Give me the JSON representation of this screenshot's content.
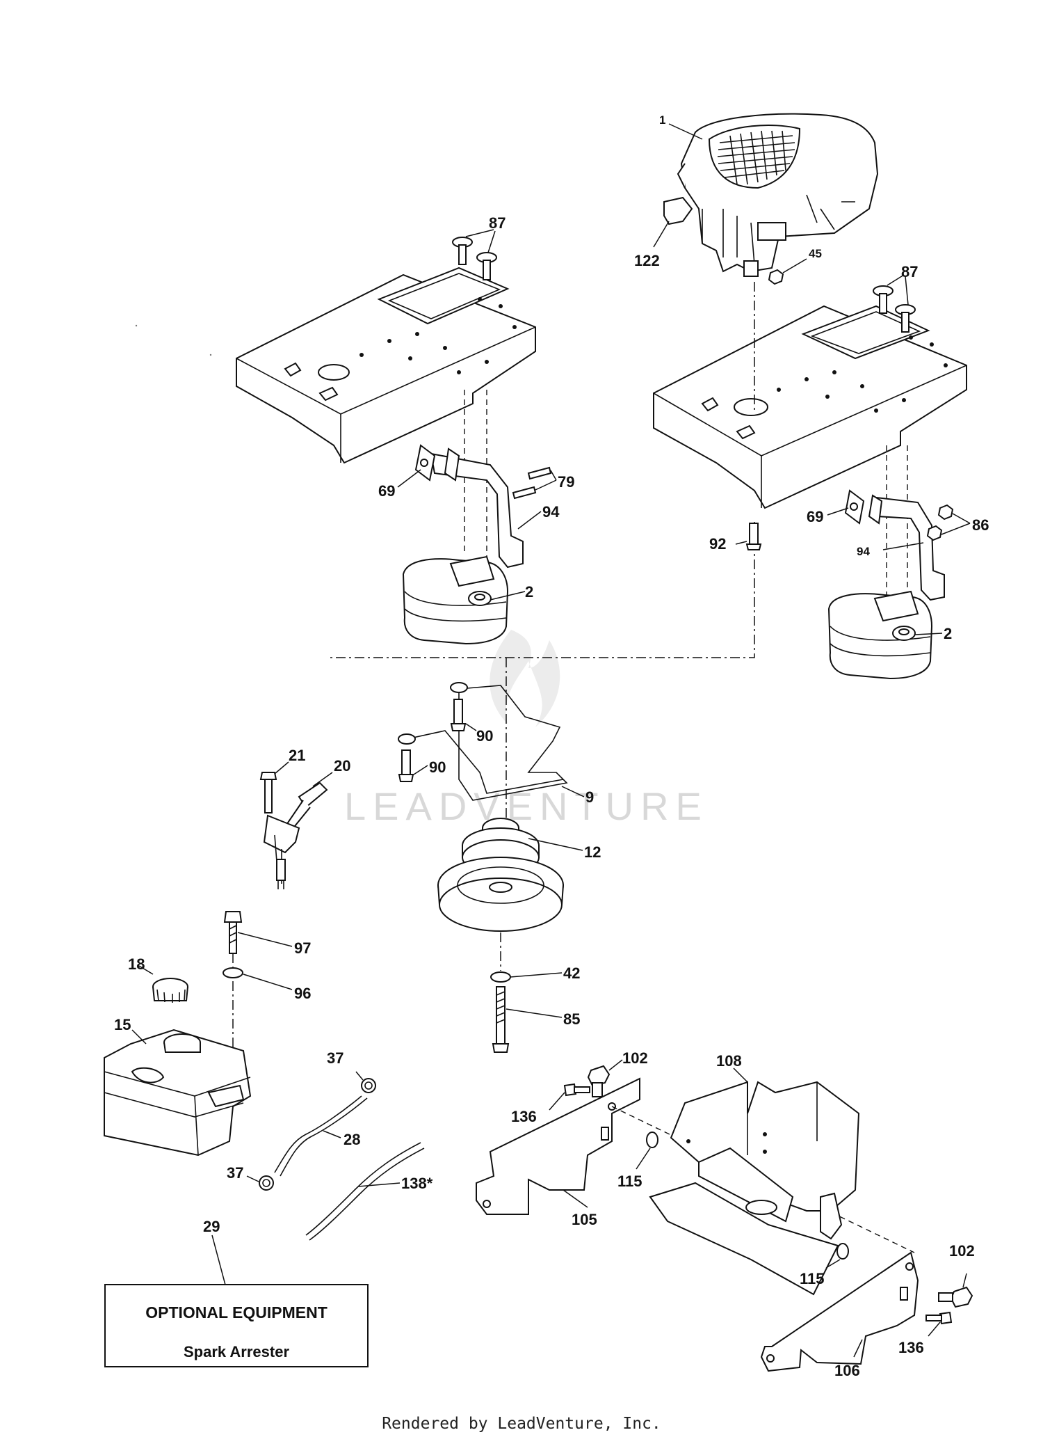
{
  "callouts": {
    "c1": "1",
    "c122": "122",
    "c45": "45",
    "c87a": "87",
    "c87b": "87",
    "c69a": "69",
    "c79": "79",
    "c94a": "94",
    "c2a": "2",
    "c92": "92",
    "c69b": "69",
    "c86": "86",
    "c94b": "94",
    "c2b": "2",
    "c90a": "90",
    "c90b": "90",
    "c9": "9",
    "c21": "21",
    "c20": "20",
    "c12": "12",
    "c97": "97",
    "c96": "96",
    "c42": "42",
    "c85": "85",
    "c18": "18",
    "c15": "15",
    "c37a": "37",
    "c37b": "37",
    "c28": "28",
    "c138": "138*",
    "c29": "29",
    "c102a": "102",
    "c108": "108",
    "c136a": "136",
    "c115a": "115",
    "c105": "105",
    "c115b": "115",
    "c102b": "102",
    "c136b": "136",
    "c106": "106"
  },
  "optional_box": {
    "title": "OPTIONAL EQUIPMENT",
    "subtitle": "Spark Arrester"
  },
  "watermark": "LEADVENTURE",
  "footer": "Rendered by LeadVenture, Inc."
}
